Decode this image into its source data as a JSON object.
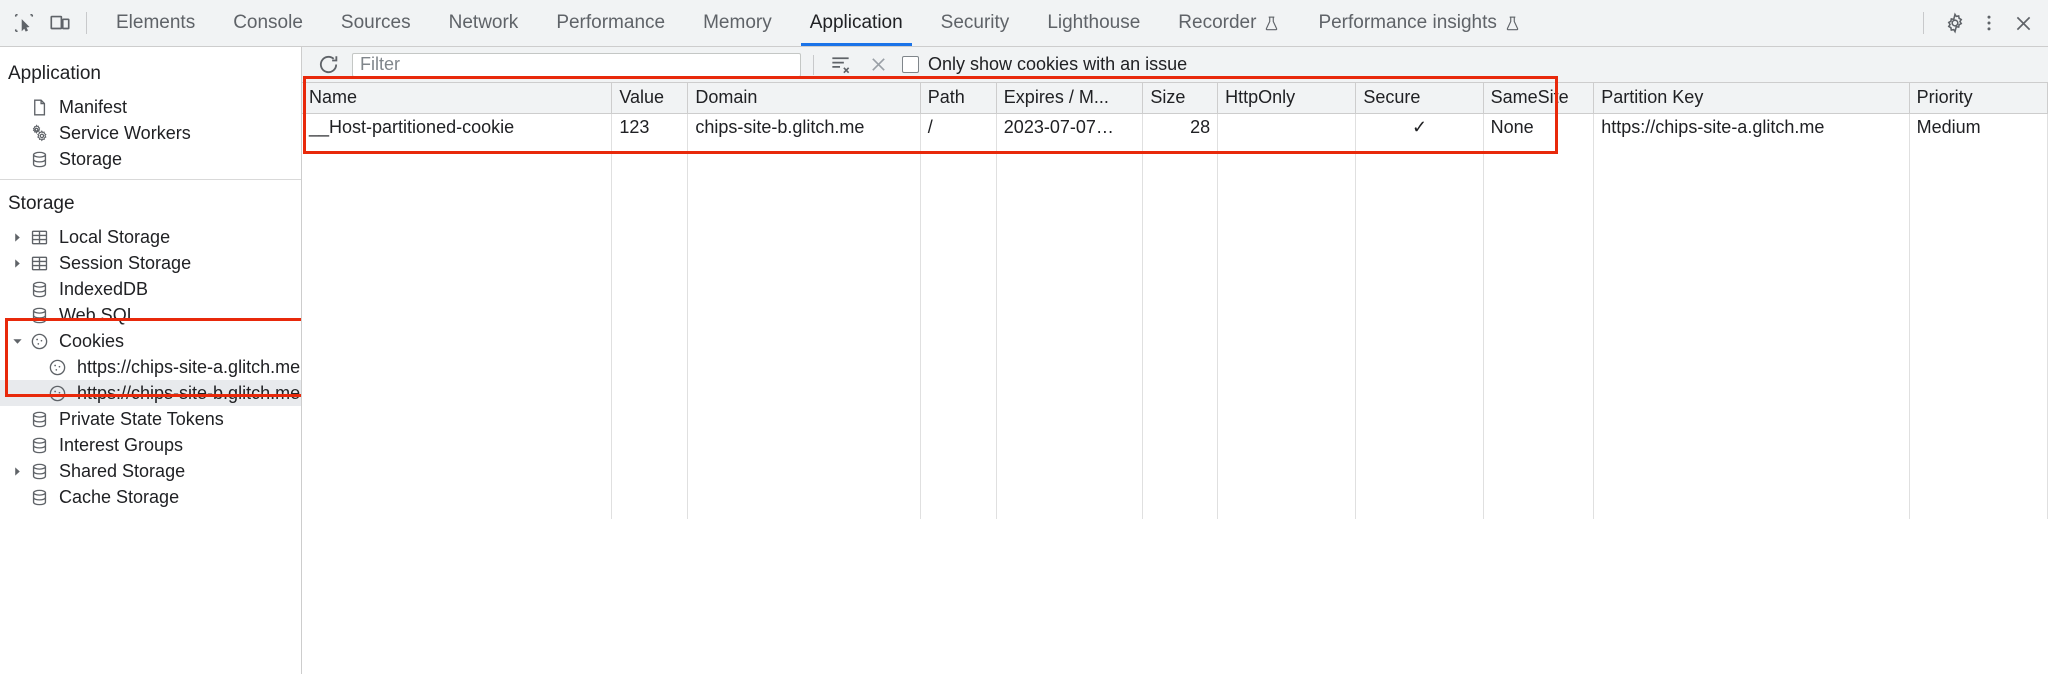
{
  "toolbar": {
    "inspect_icon": "inspect-element-icon",
    "device_icon": "device-toolbar-icon",
    "tabs": [
      {
        "label": "Elements",
        "active": false,
        "experimental": false
      },
      {
        "label": "Console",
        "active": false,
        "experimental": false
      },
      {
        "label": "Sources",
        "active": false,
        "experimental": false
      },
      {
        "label": "Network",
        "active": false,
        "experimental": false
      },
      {
        "label": "Performance",
        "active": false,
        "experimental": false
      },
      {
        "label": "Memory",
        "active": false,
        "experimental": false
      },
      {
        "label": "Application",
        "active": true,
        "experimental": false
      },
      {
        "label": "Security",
        "active": false,
        "experimental": false
      },
      {
        "label": "Lighthouse",
        "active": false,
        "experimental": false
      },
      {
        "label": "Recorder",
        "active": false,
        "experimental": true
      },
      {
        "label": "Performance insights",
        "active": false,
        "experimental": true
      }
    ],
    "settings_icon": "gear-icon",
    "more_icon": "kebab-menu-icon",
    "close_icon": "close-icon"
  },
  "sidebar": {
    "application_section": {
      "title": "Application",
      "items": [
        {
          "label": "Manifest",
          "icon": "document-icon",
          "expandable": false,
          "selected": false
        },
        {
          "label": "Service Workers",
          "icon": "gears-icon",
          "expandable": false,
          "selected": false
        },
        {
          "label": "Storage",
          "icon": "database-icon",
          "expandable": false,
          "selected": false
        }
      ]
    },
    "storage_section": {
      "title": "Storage",
      "items": [
        {
          "label": "Local Storage",
          "icon": "table-icon",
          "expandable": true,
          "expanded": false,
          "selected": false,
          "indent": 0
        },
        {
          "label": "Session Storage",
          "icon": "table-icon",
          "expandable": true,
          "expanded": false,
          "selected": false,
          "indent": 0
        },
        {
          "label": "IndexedDB",
          "icon": "database-icon",
          "expandable": false,
          "expanded": false,
          "selected": false,
          "indent": 0
        },
        {
          "label": "Web SQL",
          "icon": "database-icon",
          "expandable": false,
          "expanded": false,
          "selected": false,
          "indent": 0
        },
        {
          "label": "Cookies",
          "icon": "cookie-icon",
          "expandable": true,
          "expanded": true,
          "selected": false,
          "indent": 0
        },
        {
          "label": "https://chips-site-a.glitch.me",
          "icon": "cookie-icon",
          "expandable": false,
          "expanded": false,
          "selected": false,
          "indent": 1
        },
        {
          "label": "https://chips-site-b.glitch.me",
          "icon": "cookie-icon",
          "expandable": false,
          "expanded": false,
          "selected": true,
          "indent": 1
        },
        {
          "label": "Private State Tokens",
          "icon": "database-icon",
          "expandable": false,
          "expanded": false,
          "selected": false,
          "indent": 0
        },
        {
          "label": "Interest Groups",
          "icon": "database-icon",
          "expandable": false,
          "expanded": false,
          "selected": false,
          "indent": 0
        },
        {
          "label": "Shared Storage",
          "icon": "database-icon",
          "expandable": true,
          "expanded": false,
          "selected": false,
          "indent": 0
        },
        {
          "label": "Cache Storage",
          "icon": "database-icon",
          "expandable": false,
          "expanded": false,
          "selected": false,
          "indent": 0
        }
      ]
    }
  },
  "filterbar": {
    "refresh_icon": "refresh-icon",
    "filter_placeholder": "Filter",
    "filter_value": "",
    "clear_filtered_icon": "clear-filtered-cookies-icon",
    "clear_all_icon": "clear-all-cookies-icon",
    "issue_checkbox_label": "Only show cookies with an issue",
    "issue_checkbox_checked": false
  },
  "table": {
    "columns": [
      "Name",
      "Value",
      "Domain",
      "Path",
      "Expires / M...",
      "Size",
      "HttpOnly",
      "Secure",
      "SameSite",
      "Partition Key",
      "Priority"
    ],
    "rows": [
      {
        "name": "__Host-partitioned-cookie",
        "value": "123",
        "domain": "chips-site-b.glitch.me",
        "path": "/",
        "expires": "2023-07-07…",
        "size": "28",
        "http_only": "",
        "secure": "✓",
        "same_site": "None",
        "partition_key": "https://chips-site-a.glitch.me",
        "priority": "Medium"
      }
    ]
  },
  "annotations": {
    "highlight_color": "#e8290b",
    "boxes": [
      "cookies-tree-group",
      "cookie-table-row"
    ]
  }
}
